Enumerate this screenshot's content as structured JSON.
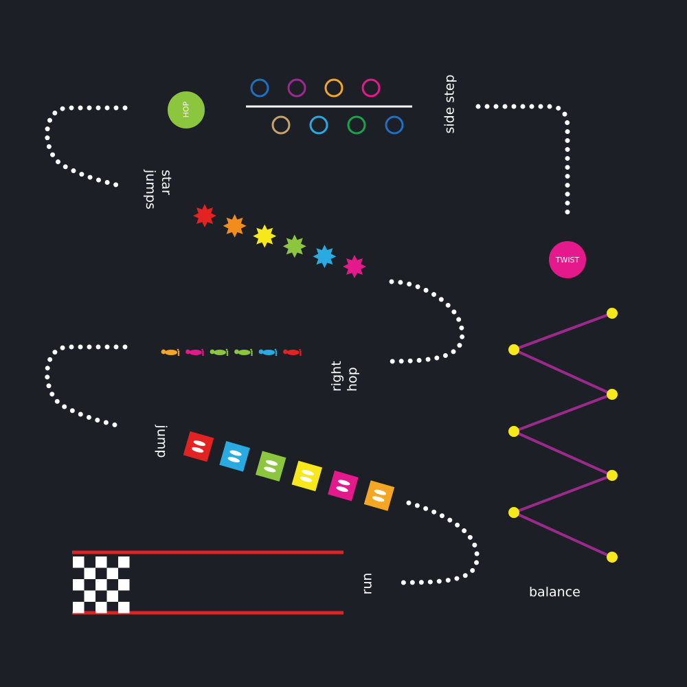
{
  "labels": {
    "hop_disc": "HOP",
    "side_step": "side step",
    "twist_disc": "TWIST",
    "star_jumps_line1": "star",
    "star_jumps_line2": "jumps",
    "right_hop_line1": "right",
    "right_hop_line2": "hop",
    "jump": "jump",
    "run": "run",
    "balance": "balance"
  },
  "colors": {
    "background": "#1c1f25",
    "dots": "#ffffff",
    "hop_disc": "#8cc63f",
    "twist_disc": "#e6198c",
    "balance_line": "#9b2a8c",
    "balance_node": "#f7e81b",
    "track_line": "#e02222",
    "checker": "#ffffff"
  },
  "side_step_rings": {
    "top": [
      "#1f6fc2",
      "#9b2a8c",
      "#f5a623",
      "#e6198c"
    ],
    "bottom": [
      "#c8a26a",
      "#29abe2",
      "#1aa34a",
      "#1f6fc2"
    ]
  },
  "stars": [
    "#e32322",
    "#f28c1c",
    "#f7e81b",
    "#8cc63f",
    "#29abe2",
    "#e6198c"
  ],
  "footprints": [
    "#f5a623",
    "#e6198c",
    "#8cc63f",
    "#8cc63f",
    "#29abe2",
    "#e32322"
  ],
  "jump_squares": [
    "#e32322",
    "#29abe2",
    "#8cc63f",
    "#f7e81b",
    "#e6198c",
    "#f5a623"
  ]
}
